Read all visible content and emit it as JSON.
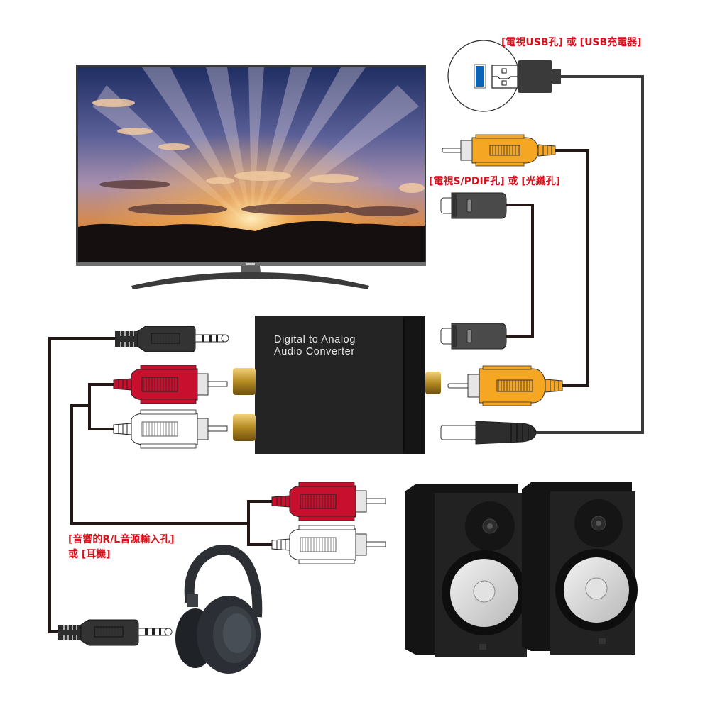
{
  "title": "Digital to Analog Audio Converter connection diagram",
  "labels": {
    "usb_source": "[電視USB孔] 或 [USB充電器]",
    "spdif_source": "[電視S/PDIF孔] 或 [光纖孔]",
    "output_line1": "[音響的R/L音源輸入孔]",
    "output_line2": "或 [耳機]"
  },
  "converter": {
    "text_line1": "Digital to Analog",
    "text_line2": "Audio Converter"
  },
  "devices": [
    {
      "id": "tv",
      "name": "Television"
    },
    {
      "id": "usb-port",
      "name": "USB port"
    },
    {
      "id": "converter",
      "name": "Digital to Analog Audio Converter"
    },
    {
      "id": "speakers",
      "name": "Pair of studio monitor speakers"
    },
    {
      "id": "headphones",
      "name": "Over-ear headphones"
    }
  ],
  "cables": [
    {
      "id": "usb-power",
      "from": "USB port",
      "to": "DC power input"
    },
    {
      "id": "coaxial",
      "from": "Coaxial RCA (yellow)",
      "to": "Coaxial RCA (yellow)"
    },
    {
      "id": "optical",
      "from": "Optical plug",
      "to": "Optical plug"
    },
    {
      "id": "rca-to-35mm",
      "from": "RCA red/white",
      "to": "3.5mm jack"
    },
    {
      "id": "rca-to-rca",
      "from": "RCA red/white",
      "to": "RCA red/white"
    }
  ],
  "colors": {
    "label_red": "#d7141e",
    "rca_red": "#c8102e",
    "rca_white": "#ffffff",
    "coax_yellow": "#f5a623",
    "wire": "#231815",
    "usb_blue": "#0b64b4",
    "gold": "#c49a2c"
  }
}
